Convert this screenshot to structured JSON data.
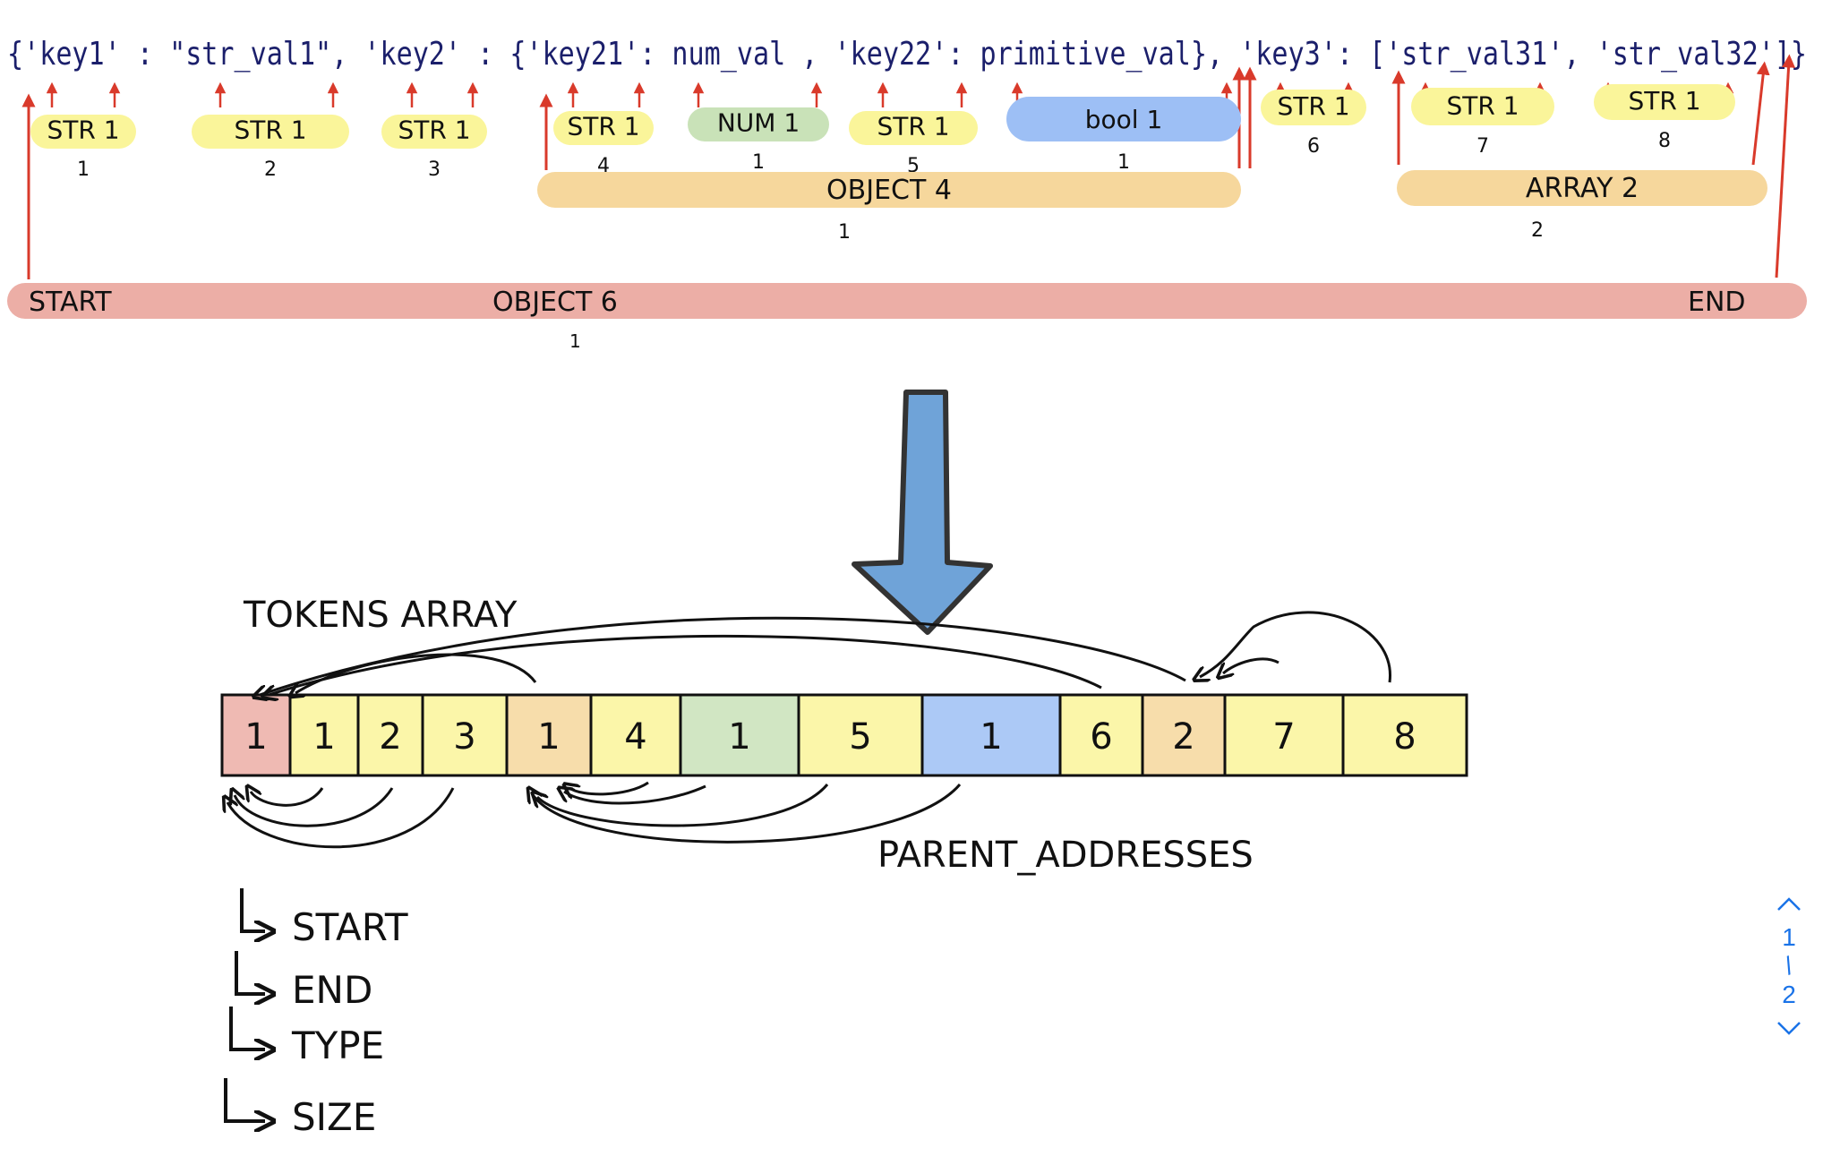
{
  "json_text": "{'key1' : \"str_val1\", 'key2' : {'key21': num_val , 'key22': primitive_val}, 'key3': ['str_val31', 'str_val32']}",
  "colors": {
    "str": "#faf59a",
    "num": "#c9e2b8",
    "bool": "#9dbff5",
    "container": "#f6d79c",
    "root": "#ecaea6",
    "pointer": "#d93a2b",
    "ink": "#111111",
    "json_ink": "#1b1f6b",
    "big_arrow": "#6fa3d8"
  },
  "token_labels": [
    {
      "text": "STR 1",
      "index": "1"
    },
    {
      "text": "STR 1",
      "index": "2"
    },
    {
      "text": "STR 1",
      "index": "3"
    },
    {
      "text": "STR 1",
      "index": "4"
    },
    {
      "text": "NUM 1",
      "index": "1"
    },
    {
      "text": "STR 1",
      "index": "5"
    },
    {
      "text": "bool 1",
      "index": "1"
    },
    {
      "text": "STR 1",
      "index": "6"
    },
    {
      "text": "STR 1",
      "index": "7"
    },
    {
      "text": "STR 1",
      "index": "8"
    }
  ],
  "containers": [
    {
      "text": "OBJECT 4",
      "index": "1"
    },
    {
      "text": "ARRAY 2",
      "index": "2"
    }
  ],
  "root": {
    "start": "START",
    "label": "OBJECT 6",
    "index": "1",
    "end": "END"
  },
  "tokens_array_label": "TOKENS ARRAY",
  "parent_addresses_label": "PARENT_ADDRESSES",
  "tokens_cells": [
    "1",
    "1",
    "2",
    "3",
    "1",
    "4",
    "1",
    "5",
    "1",
    "6",
    "2",
    "7",
    "8"
  ],
  "token_fields": [
    "START",
    "END",
    "TYPE",
    "SIZE"
  ],
  "pager": {
    "current": "1",
    "sep": "/",
    "total": "2"
  }
}
